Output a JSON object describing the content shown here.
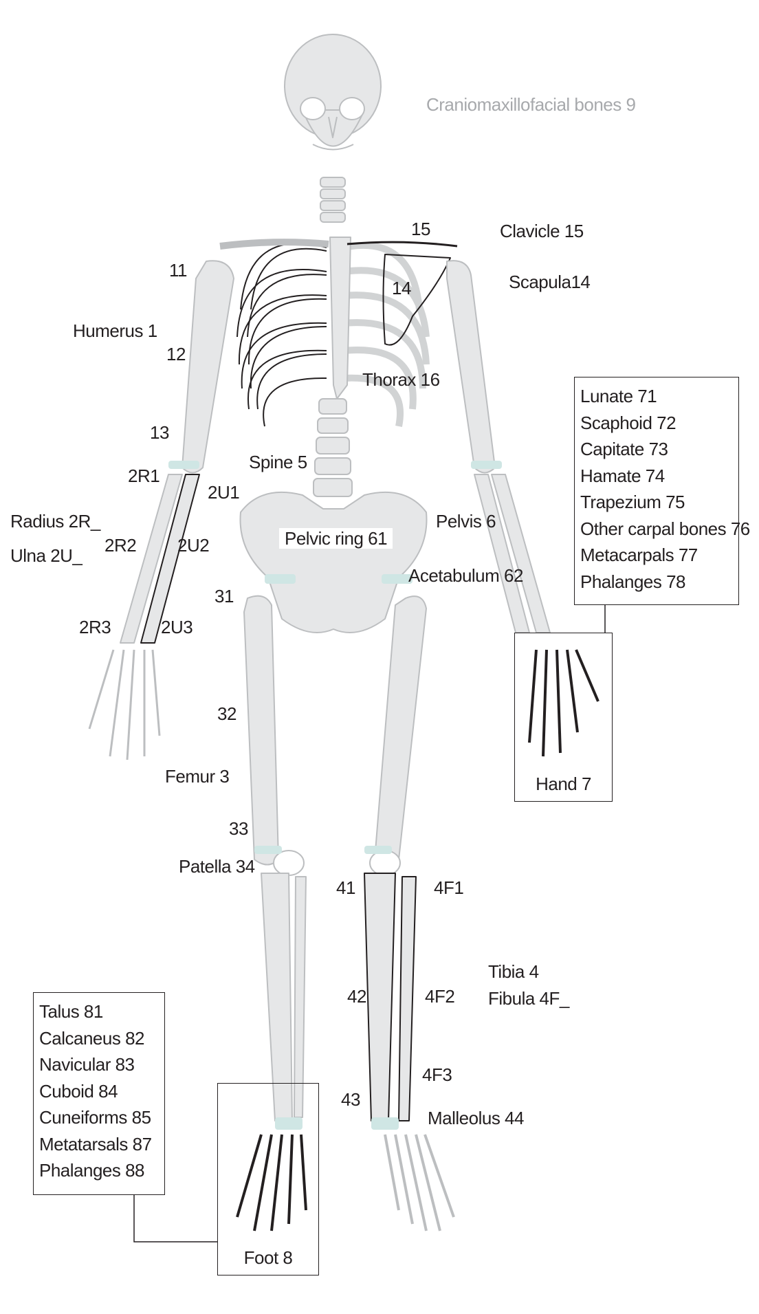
{
  "labels": {
    "craniomaxillofacial": "Craniomaxillofacial bones 9",
    "clavicle_num": "15",
    "clavicle": "Clavicle 15",
    "scapula_num": "14",
    "scapula": "Scapula14",
    "n11": "11",
    "humerus": "Humerus 1",
    "n12": "12",
    "thorax": "Thorax 16",
    "n13": "13",
    "spine": "Spine 5",
    "n2r1": "2R1",
    "n2u1": "2U1",
    "radius": "Radius 2R_",
    "ulna": "Ulna 2U_",
    "n2r2": "2R2",
    "n2u2": "2U2",
    "pelvic_ring": "Pelvic ring 61",
    "pelvis": "Pelvis 6",
    "acetabulum": "Acetabulum 62",
    "n31": "31",
    "n2r3": "2R3",
    "n2u3": "2U3",
    "n32": "32",
    "femur": "Femur 3",
    "n33": "33",
    "patella": "Patella 34",
    "n41": "41",
    "n4f1": "4F1",
    "tibia": "Tibia 4",
    "fibula": "Fibula 4F_",
    "n42": "42",
    "n4f2": "4F2",
    "n4f3": "4F3",
    "n43": "43",
    "malleolus": "Malleolus 44"
  },
  "hand_list": {
    "items": [
      "Lunate 71",
      "Scaphoid 72",
      "Capitate 73",
      "Hamate 74",
      "Trapezium 75",
      "Other carpal bones 76",
      "Metacarpals 77",
      "Phalanges 78"
    ],
    "caption": "Hand 7"
  },
  "foot_list": {
    "items": [
      "Talus 81",
      "Calcaneus 82",
      "Navicular 83",
      "Cuboid 84",
      "Cuneiforms 85",
      "Metatarsals 87",
      "Phalanges 88"
    ],
    "caption": "Foot 8"
  },
  "colors": {
    "bone_fill": "#e6e7e8",
    "bone_stroke": "#bcbec0",
    "dark_stroke": "#231f20",
    "joint": "#cfe6e4",
    "muted_text": "#a7a9ac"
  }
}
